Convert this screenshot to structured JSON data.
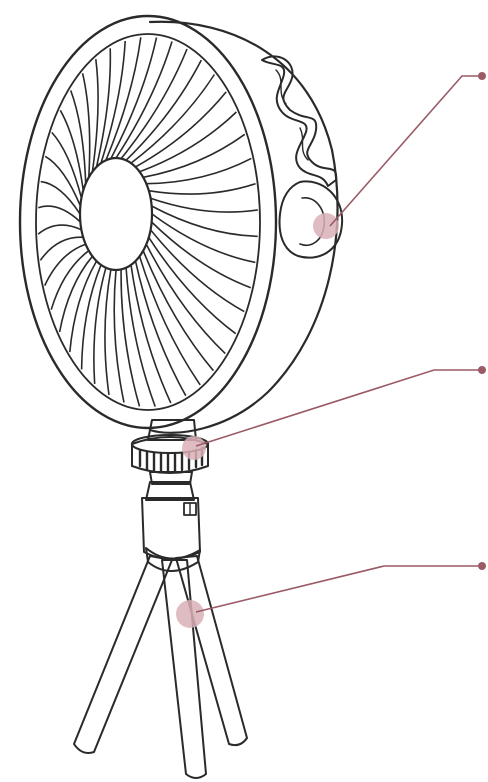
{
  "figure": {
    "subject_icon": "fan-icon",
    "colors": {
      "line_art": "#2a2a2a",
      "callout": "#9a5a66",
      "callout_marker": "#d9b0b6"
    },
    "callouts": [
      {
        "id": "fan-button-callout",
        "target_icon": "power-button-icon",
        "label": ""
      },
      {
        "id": "rotation-knob-callout",
        "target_icon": "rotation-knob-icon",
        "label": ""
      },
      {
        "id": "tripod-callout",
        "target_icon": "tripod-icon",
        "label": ""
      }
    ]
  }
}
